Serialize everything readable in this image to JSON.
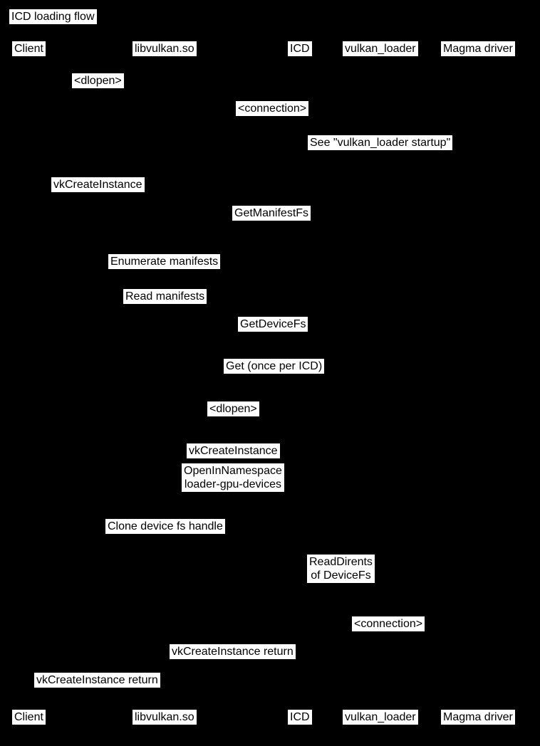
{
  "diagram_type": "sequence",
  "title": "ICD loading flow",
  "colors": {
    "background": "#000000",
    "label_background": "#ffffff",
    "label_text": "#000000"
  },
  "participants": [
    "Client",
    "libvulkan.so",
    "ICD",
    "vulkan_loader",
    "Magma driver"
  ],
  "messages": [
    {
      "label": "<dlopen>"
    },
    {
      "label": "<connection>"
    },
    {
      "label": "See \"vulkan_loader startup\""
    },
    {
      "label": "vkCreateInstance"
    },
    {
      "label": "GetManifestFs"
    },
    {
      "label": "Enumerate manifests"
    },
    {
      "label": "Read manifests"
    },
    {
      "label": "GetDeviceFs"
    },
    {
      "label": "Get (once per ICD)"
    },
    {
      "label": "<dlopen>"
    },
    {
      "label": "vkCreateInstance"
    },
    {
      "label": "OpenInNamespace\nloader-gpu-devices"
    },
    {
      "label": "Clone device fs handle"
    },
    {
      "label": "ReadDirents\nof DeviceFs"
    },
    {
      "label": "<connection>"
    },
    {
      "label": "vkCreateInstance return"
    },
    {
      "label": "vkCreateInstance return"
    }
  ]
}
